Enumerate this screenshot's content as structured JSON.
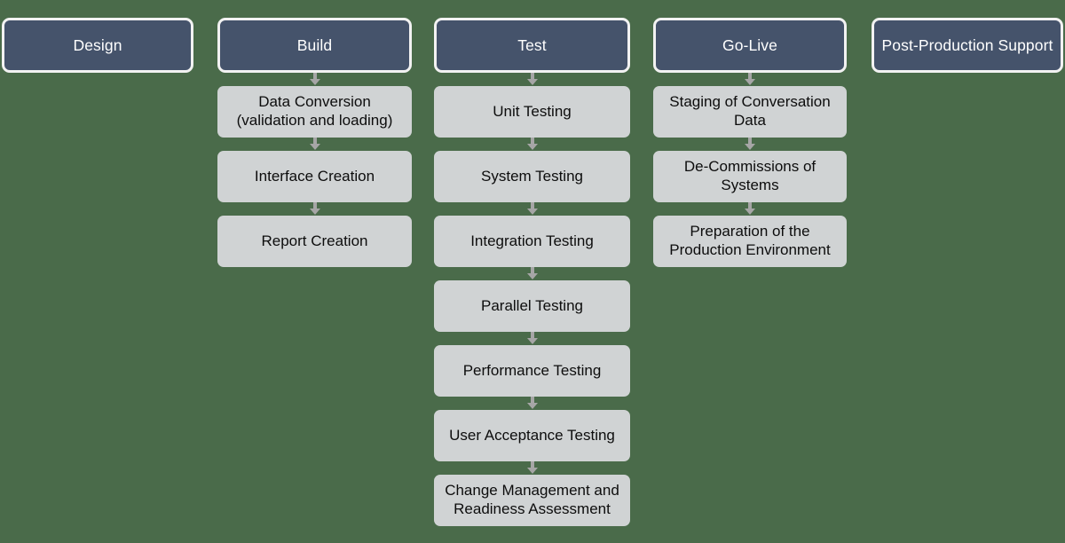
{
  "background_color": "#4a6b4a",
  "header_color": "#45536b",
  "header_border_color": "#f2f2f2",
  "step_color": "#d0d3d4",
  "arrow_color": "#a6a6a6",
  "columns": [
    {
      "id": "design",
      "header": "Design",
      "steps": []
    },
    {
      "id": "build",
      "header": "Build",
      "steps": [
        "Data Conversion (validation and loading)",
        "Interface Creation",
        "Report Creation"
      ]
    },
    {
      "id": "test",
      "header": "Test",
      "steps": [
        "Unit Testing",
        "System Testing",
        "Integration Testing",
        "Parallel Testing",
        "Performance Testing",
        "User Acceptance Testing",
        "Change Management and Readiness Assessment"
      ]
    },
    {
      "id": "golive",
      "header": "Go-Live",
      "steps": [
        "Staging of Conversation Data",
        "De-Commissions of Systems",
        "Preparation of the Production Environment"
      ]
    },
    {
      "id": "postprod",
      "header": "Post-Production Support",
      "steps": []
    }
  ]
}
